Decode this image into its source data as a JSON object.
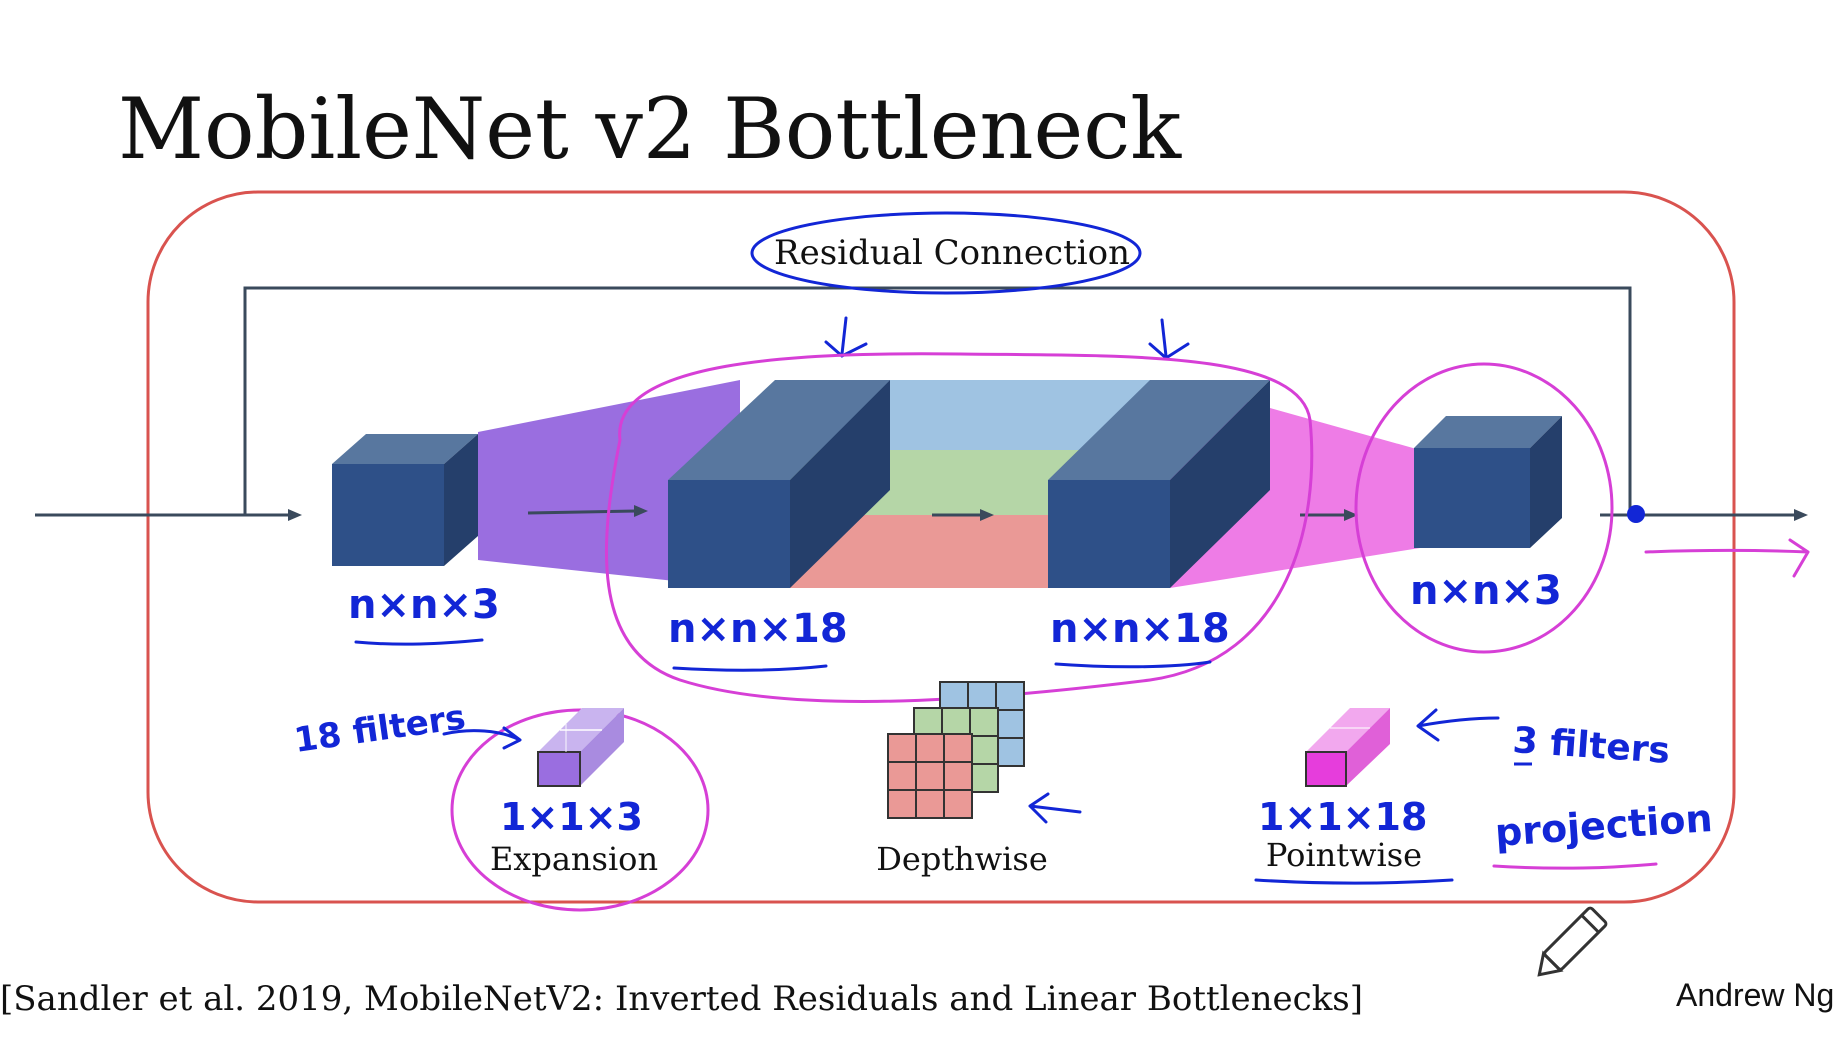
{
  "slide": {
    "title": "MobileNet v2 Bottleneck",
    "citation": "[Sandler et al. 2019, MobileNetV2: Inverted Residuals and Linear Bottlenecks]",
    "author": "Andrew Ng"
  },
  "diagram": {
    "residual_label": "Residual Connection",
    "dims": {
      "input": "n×n×3",
      "expanded": "n×n×18",
      "depthwise_out": "n×n×18",
      "output": "n×n×3"
    },
    "ops": {
      "expansion": "Expansion",
      "depthwise": "Depthwise",
      "pointwise": "Pointwise"
    },
    "annotations": {
      "expansion_filter_size": "1×1×3",
      "pointwise_filter_size": "1×1×18",
      "expansion_filters": "18 filters",
      "pointwise_filters": "3 filters",
      "projection": "projection"
    }
  },
  "colors": {
    "block_front": "#2e5088",
    "block_top": "#58779f",
    "block_side": "#253f6b",
    "expansion_fill": "#9a6ee0",
    "projection_fill": "#ee7ce6",
    "band_blue": "#9fc3e2",
    "band_green": "#b5d6a7",
    "band_red": "#ea9996",
    "frame_red": "#d9534f",
    "ink_blue": "#1226d6",
    "ink_magenta": "#d63fd6"
  },
  "icons": {
    "pencil": "pencil-icon"
  }
}
